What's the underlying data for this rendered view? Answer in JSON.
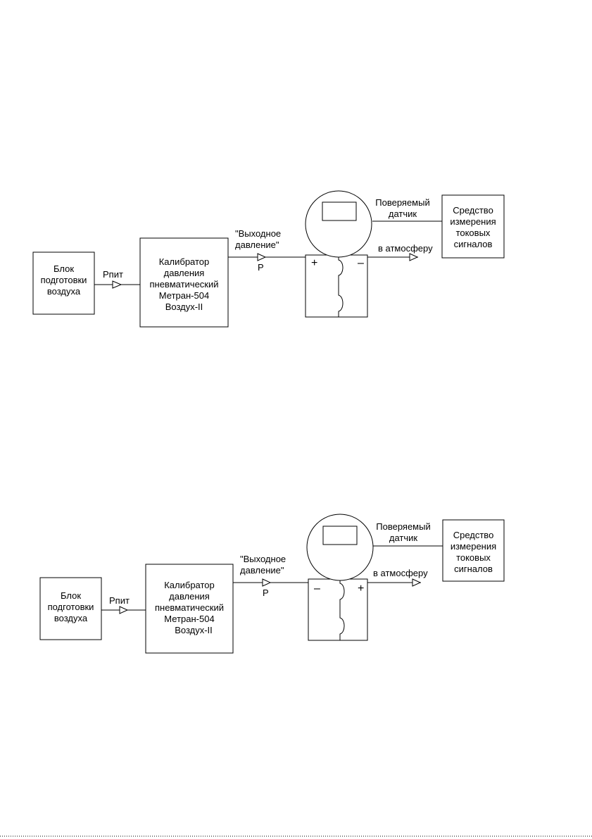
{
  "diagram_1": {
    "air_unit": [
      "Блок",
      "подготовки",
      "воздуха"
    ],
    "supply_pressure": "Рпит",
    "calibrator": [
      "Калибратор",
      "давления",
      "пневматический",
      "Метран-504",
      "Воздух-II"
    ],
    "output_pressure": [
      "\"Выходное",
      "давление\""
    ],
    "p_label": "Р",
    "sensor": [
      "Поверяемый",
      "датчик"
    ],
    "meter": [
      "Средство",
      "измерения",
      "токовых",
      "сигналов"
    ],
    "vent": "в атмосферу",
    "left_sign": "+",
    "right_sign": "–"
  },
  "diagram_2": {
    "air_unit": [
      "Блок",
      "подготовки",
      "воздуха"
    ],
    "supply_pressure": "Рпит",
    "calibrator": [
      "Калибратор",
      "давления",
      "пневматический",
      "Метран-504",
      "Воздух-II"
    ],
    "output_pressure": [
      "\"Выходное",
      "давление\""
    ],
    "p_label": "Р",
    "sensor": [
      "Поверяемый",
      "датчик"
    ],
    "meter": [
      "Средство",
      "измерения",
      "токовых",
      "сигналов"
    ],
    "vent": "в атмосферу",
    "left_sign": "–",
    "right_sign": "+"
  }
}
